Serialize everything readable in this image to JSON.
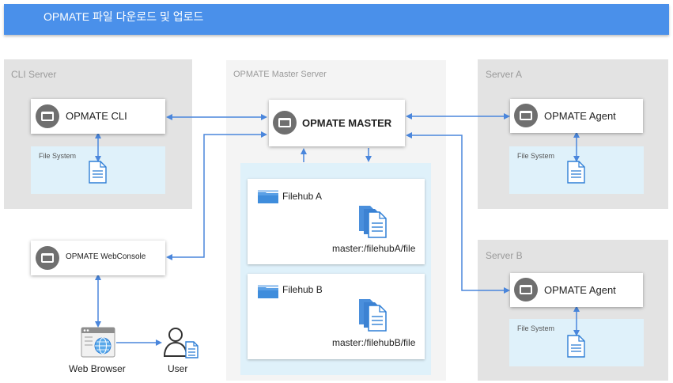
{
  "header": {
    "title": "OPMATE 파일 다운로드 및 업로드"
  },
  "zones": {
    "cli": "CLI Server",
    "master": "OPMATE Master Server",
    "server_a": "Server A",
    "server_b": "Server B"
  },
  "nodes": {
    "cli": "OPMATE CLI",
    "master": "OPMATE MASTER",
    "agent_a": "OPMATE Agent",
    "agent_b": "OPMATE Agent",
    "webconsole": "OPMATE WebConsole",
    "browser": "Web Browser",
    "user": "User"
  },
  "file_system_label": "File System",
  "filehubs": [
    {
      "title": "Filehub A",
      "path": "master:/filehubA/file"
    },
    {
      "title": "Filehub B",
      "path": "master:/filehubB/file"
    }
  ],
  "colors": {
    "header": "#4a90ea",
    "arrow": "#4a86dc",
    "fs_bg": "#dff1fa",
    "icon": "#6f6f6f"
  }
}
